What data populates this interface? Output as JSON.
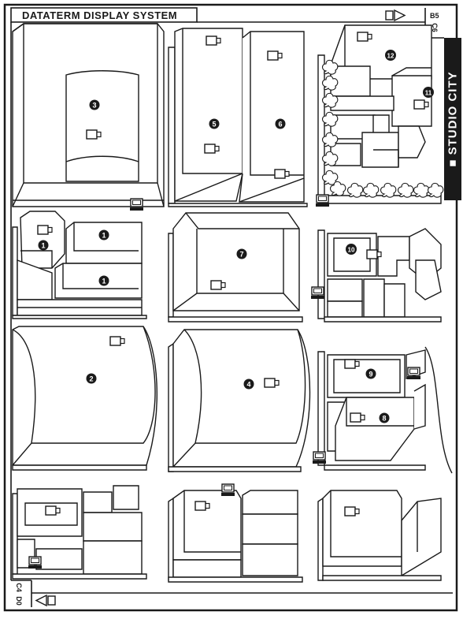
{
  "header": {
    "title": "DATATERM DISPLAY SYSTEM",
    "grid_code_top_a": "B5",
    "grid_code_top_b": "C6",
    "grid_code_bottom_a": "C4",
    "grid_code_bottom_b": "D0"
  },
  "district_label": "■ STUDIO CITY",
  "buildings": [
    {
      "id": "b3",
      "label": "3"
    },
    {
      "id": "b5",
      "label": "5"
    },
    {
      "id": "b6",
      "label": "6"
    },
    {
      "id": "b12",
      "label": "12"
    },
    {
      "id": "b11",
      "label": "11"
    },
    {
      "id": "b1a",
      "label": "1"
    },
    {
      "id": "b1b",
      "label": "1"
    },
    {
      "id": "b1c",
      "label": "1"
    },
    {
      "id": "b7",
      "label": "7"
    },
    {
      "id": "b10",
      "label": "10"
    },
    {
      "id": "b2",
      "label": "2"
    },
    {
      "id": "b4",
      "label": "4"
    },
    {
      "id": "b9",
      "label": "9"
    },
    {
      "id": "b8",
      "label": "8"
    }
  ],
  "icons": {
    "camera": "camera-icon",
    "terminal": "terminal-icon",
    "tree": "tree-icon",
    "arrow_right": "arrow-right-icon",
    "arrow_left": "arrow-left-icon"
  },
  "colors": {
    "ink": "#1a1a1a",
    "paper": "#ffffff",
    "tab": "#1a1a1a"
  }
}
